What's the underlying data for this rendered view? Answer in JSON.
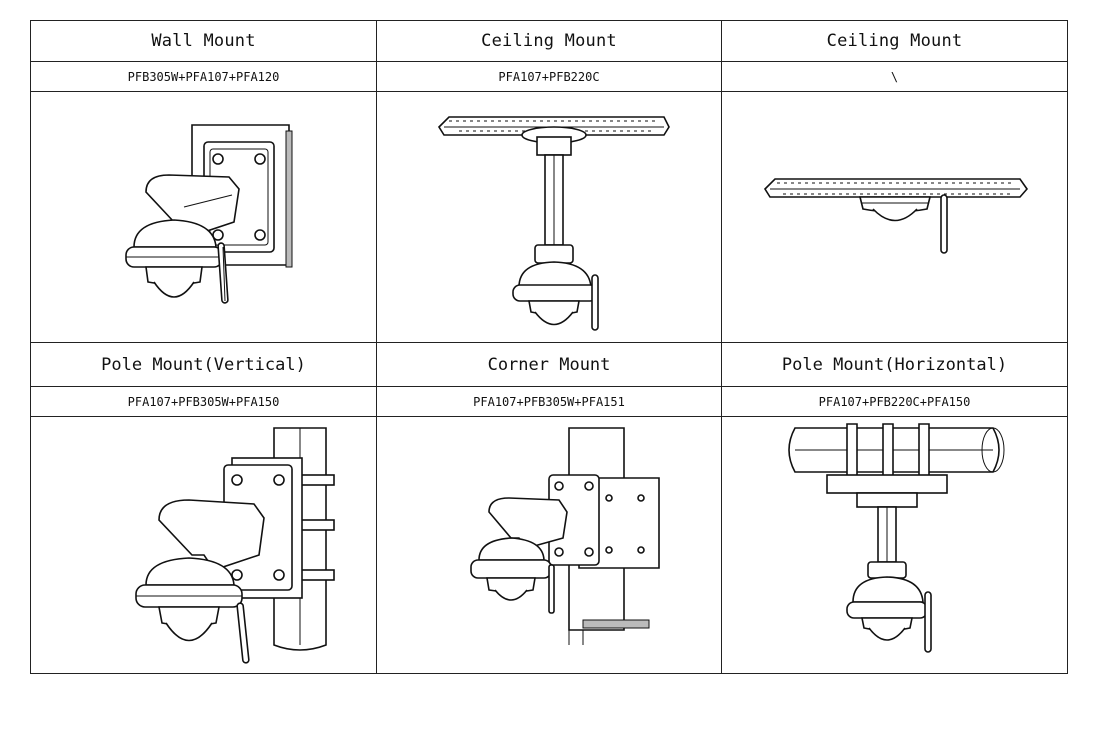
{
  "table": {
    "row1": {
      "headers": [
        "Wall Mount",
        "Ceiling Mount",
        "Ceiling Mount"
      ],
      "models": [
        "PFB305W+PFA107+PFA120",
        "PFA107+PFB220C",
        "\\"
      ]
    },
    "row2": {
      "headers": [
        "Pole Mount(Vertical)",
        "Corner Mount",
        "Pole Mount(Horizontal)"
      ],
      "models": [
        "PFA107+PFB305W+PFA150",
        "PFA107+PFB305W+PFA151",
        "PFA107+PFB220C+PFA150"
      ]
    }
  }
}
